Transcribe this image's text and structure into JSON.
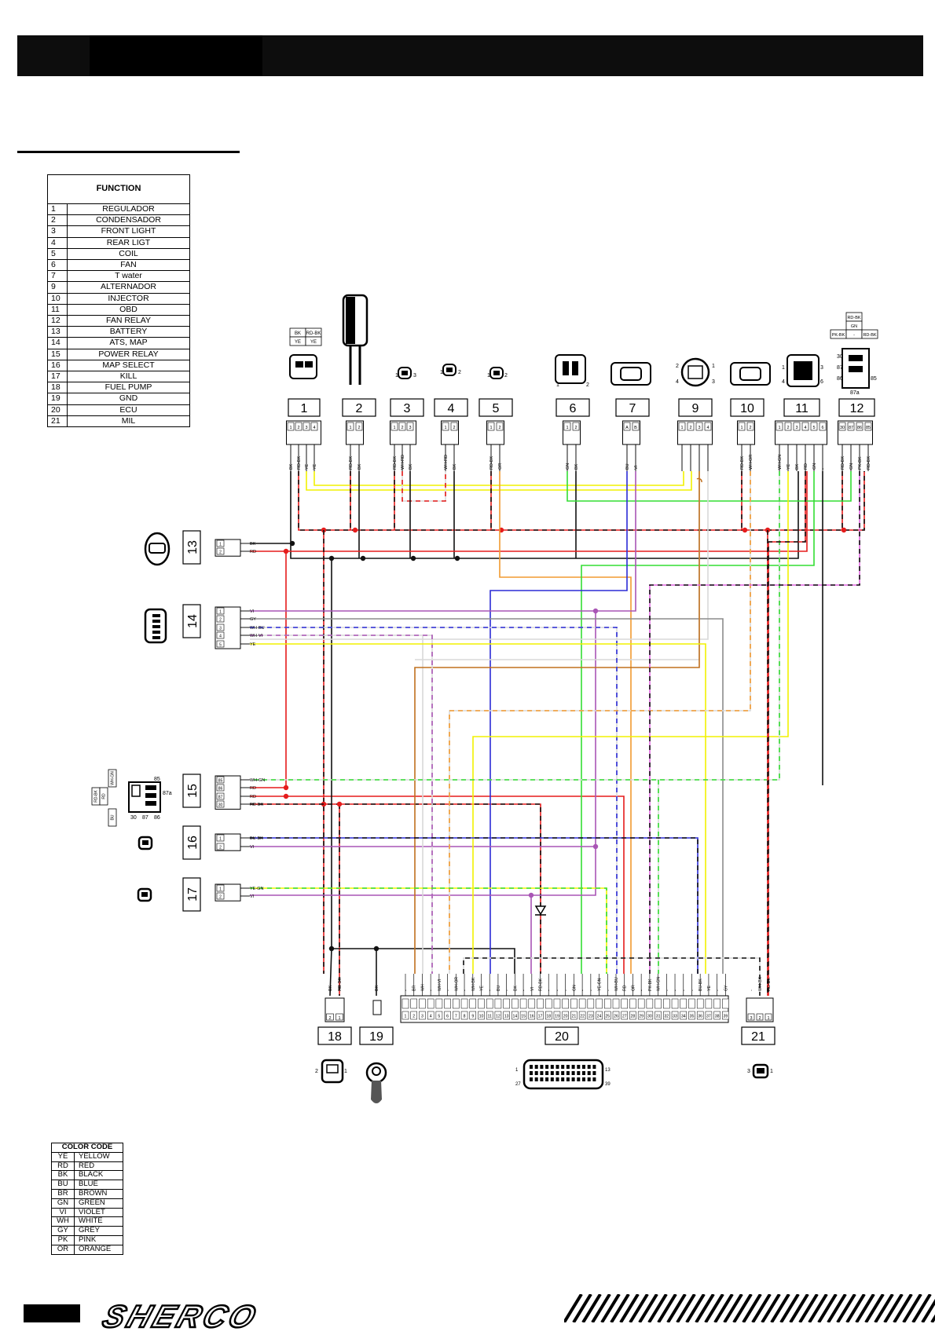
{
  "function_table": {
    "header": "FUNCTION",
    "rows": [
      {
        "num": "1",
        "fn": "REGULADOR"
      },
      {
        "num": "2",
        "fn": "CONDENSADOR"
      },
      {
        "num": "3",
        "fn": "FRONT LIGHT"
      },
      {
        "num": "4",
        "fn": "REAR LIGT"
      },
      {
        "num": "5",
        "fn": "COIL"
      },
      {
        "num": "6",
        "fn": "FAN"
      },
      {
        "num": "7",
        "fn": "T water"
      },
      {
        "num": "9",
        "fn": "ALTERNADOR"
      },
      {
        "num": "10",
        "fn": "INJECTOR"
      },
      {
        "num": "11",
        "fn": "OBD"
      },
      {
        "num": "12",
        "fn": "FAN RELAY"
      },
      {
        "num": "13",
        "fn": "BATTERY"
      },
      {
        "num": "14",
        "fn": "ATS, MAP"
      },
      {
        "num": "15",
        "fn": "POWER  RELAY"
      },
      {
        "num": "16",
        "fn": "MAP SELECT"
      },
      {
        "num": "17",
        "fn": "KILL"
      },
      {
        "num": "18",
        "fn": "FUEL PUMP"
      },
      {
        "num": "19",
        "fn": "GND"
      },
      {
        "num": "20",
        "fn": "ECU"
      },
      {
        "num": "21",
        "fn": "MIL"
      }
    ]
  },
  "color_table": {
    "header": "COLOR CODE",
    "rows": [
      {
        "code": "YE",
        "name": "YELLOW"
      },
      {
        "code": "RD",
        "name": "RED"
      },
      {
        "code": "BK",
        "name": "BLACK"
      },
      {
        "code": "BU",
        "name": "BLUE"
      },
      {
        "code": "BR",
        "name": "BROWN"
      },
      {
        "code": "GN",
        "name": "GREEN"
      },
      {
        "code": "VI",
        "name": "VIOLET"
      },
      {
        "code": "WH",
        "name": "WHITE"
      },
      {
        "code": "GY",
        "name": "GREY"
      },
      {
        "code": "PK",
        "name": "PINK"
      },
      {
        "code": "OR",
        "name": "ORANGE"
      }
    ]
  },
  "colors": {
    "YE": "#f2f200",
    "RD": "#e51c1c",
    "BK": "#111111",
    "BU": "#2b2bd6",
    "BR": "#c0701e",
    "GN": "#33dd33",
    "VI": "#a955b5",
    "WH": "#d8d8d8",
    "GY": "#8c8c8c",
    "PK": "#e066e0",
    "OR": "#f29a30"
  },
  "connectors_top": [
    {
      "label": "1",
      "pins": [
        "1",
        "2",
        "3",
        "4"
      ],
      "wires": [
        "BK",
        "RD-BK",
        "YE",
        "YE"
      ]
    },
    {
      "label": "2",
      "pins": [
        "1",
        "2"
      ],
      "wires": [
        "RD-BK",
        "BK"
      ]
    },
    {
      "label": "3",
      "pins": [
        "1",
        "2",
        "3"
      ],
      "wires": [
        "RD-BK",
        "WH-RD",
        "BK"
      ]
    },
    {
      "label": "4",
      "pins": [
        "1",
        "2"
      ],
      "wires": [
        "WH-RD",
        "BK"
      ]
    },
    {
      "label": "5",
      "pins": [
        "1",
        "2"
      ],
      "wires": [
        "RD-BK",
        "OR"
      ]
    },
    {
      "label": "6",
      "pins": [
        "1",
        "2"
      ],
      "wires": [
        "GN",
        "BK"
      ]
    },
    {
      "label": "7",
      "pins": [
        "A",
        "B"
      ],
      "wires": [
        "BU",
        "VI"
      ]
    },
    {
      "label": "9",
      "pins": [
        "1",
        "2",
        "3",
        "4"
      ],
      "wires": [
        "",
        "",
        "",
        ""
      ]
    },
    {
      "label": "10",
      "pins": [
        "1",
        "2"
      ],
      "wires": [
        "RD-BK",
        "WH-OR"
      ]
    },
    {
      "label": "11",
      "pins": [
        "1",
        "2",
        "3",
        "4",
        "5",
        "6"
      ],
      "wires": [
        "WH-GN",
        "YE",
        "BK",
        "RD",
        "GN",
        "-"
      ]
    },
    {
      "label": "12",
      "pins": [
        "30",
        "87",
        "86",
        "85"
      ],
      "wires": [
        "RD-BK",
        "GN",
        "PK-BK",
        "RD-BK"
      ]
    }
  ],
  "relay12_labels": {
    "top": "RD-BK",
    "mid": "GN",
    "left": "PK-BK",
    "center": "-",
    "right": "RD-BK",
    "pins": [
      "30",
      "87",
      "86",
      "85",
      "87a"
    ]
  },
  "connector1_labels": [
    "BK",
    "RD-BK",
    "YE",
    "YE"
  ],
  "connector_pin_side_labels": {
    "c3": [
      "1",
      "3"
    ],
    "c4": [
      "1",
      "2"
    ],
    "c5": [
      "1",
      "2"
    ],
    "c6": [
      "1",
      "2"
    ],
    "c9": [
      "2",
      "1",
      "4",
      "3"
    ],
    "c11": [
      "1",
      "3",
      "4",
      "6"
    ]
  },
  "connectors_left": [
    {
      "label": "13",
      "pins": [
        "1",
        "2"
      ],
      "wires": [
        "BK",
        "RD"
      ]
    },
    {
      "label": "14",
      "pins": [
        "1",
        "2",
        "3",
        "4",
        "5"
      ],
      "wires": [
        "VI",
        "GY",
        "WH-BU",
        "WH-VI",
        "YE"
      ]
    },
    {
      "label": "15",
      "pins": [
        "85",
        "86",
        "87",
        "30"
      ],
      "wires": [
        "WH-GN",
        "RD",
        "RD",
        "RD-BK"
      ]
    },
    {
      "label": "16",
      "pins": [
        "1",
        "2"
      ],
      "wires": [
        "BU-BK",
        "VI"
      ]
    },
    {
      "label": "17",
      "pins": [
        "1",
        "2"
      ],
      "wires": [
        "YE-GN",
        "VI"
      ]
    }
  ],
  "relay15_labels": {
    "side": [
      "RD-BK",
      "RD",
      "WH-GN",
      "BU"
    ],
    "pins": [
      "85",
      "87a",
      "30",
      "87",
      "86"
    ]
  },
  "connectors_bottom": [
    {
      "label": "18",
      "pins": [
        "2",
        "1"
      ],
      "wires": [
        "BK",
        "RD-BK"
      ]
    },
    {
      "label": "19",
      "pins": [],
      "wires": [
        "BK"
      ]
    },
    {
      "label": "20",
      "pin_count": 39,
      "wires": [
        "-",
        "BR",
        "WH",
        "-",
        "WH-VI",
        "-",
        "WH-OR",
        "-",
        "WH-BK",
        "YE",
        "-",
        "BU",
        "-",
        "BK",
        "-",
        "VI",
        "RD-BK",
        "-",
        "-",
        "-",
        "GN",
        "-",
        "-",
        "YE-GN",
        "-",
        "WH-BU",
        "RD",
        "OR",
        "-",
        "PK-BK",
        "WH-GN",
        "-",
        "-",
        "-",
        "-",
        "BU-BK",
        "YE",
        "-",
        "GY"
      ],
      "ecu_pins": [
        "1",
        "13",
        "27",
        "39"
      ]
    },
    {
      "label": "21",
      "pins": [
        "3",
        "2",
        "1"
      ],
      "wires": [
        "-",
        "WH-BK",
        "RD-BK"
      ],
      "side_pins": [
        "3",
        "1"
      ]
    }
  ],
  "connector18_side": [
    "2",
    "1"
  ],
  "brand": "SHERCO"
}
